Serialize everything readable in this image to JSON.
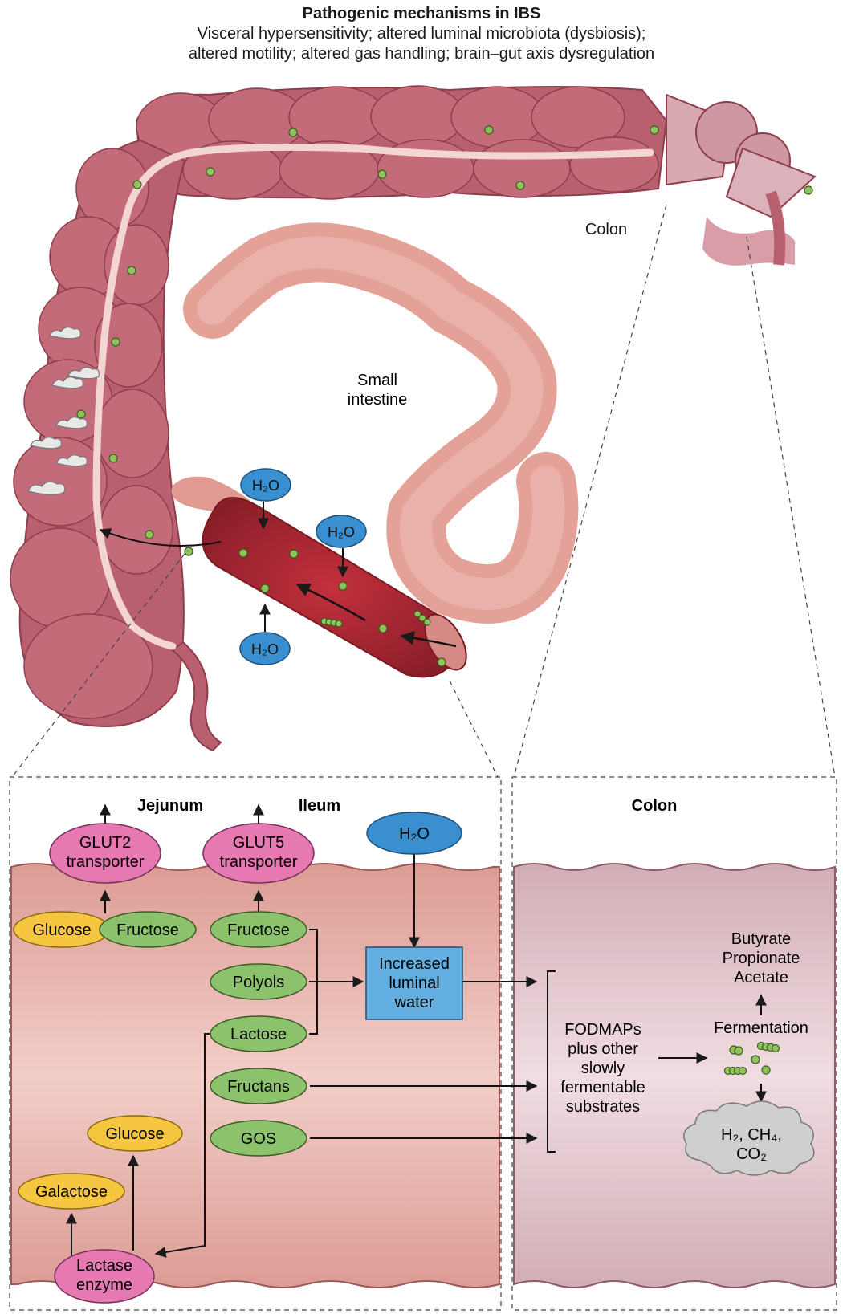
{
  "header": {
    "title": "Pathogenic mechanisms in IBS",
    "subtitle_line1": "Visceral hypersensitivity; altered luminal microbiota (dysbiosis);",
    "subtitle_line2": "altered motility; altered gas handling; brain–gut axis dysregulation"
  },
  "anatomy": {
    "colon_label": "Colon",
    "small_intestine_label_1": "Small",
    "small_intestine_label_2": "intestine",
    "water_label": "H₂O"
  },
  "panels": {
    "jejunum": "Jejunum",
    "ileum": "Ileum",
    "colon": "Colon"
  },
  "nodes": {
    "glut2_l1": "GLUT2",
    "glut2_l2": "transporter",
    "glut5_l1": "GLUT5",
    "glut5_l2": "transporter",
    "water": "H₂O",
    "glucose_jejunum": "Glucose",
    "fructose_jejunum": "Fructose",
    "fructose_ileum": "Fructose",
    "polyols": "Polyols",
    "lactose": "Lactose",
    "fructans": "Fructans",
    "gos": "GOS",
    "glucose_lower": "Glucose",
    "galactose": "Galactose",
    "lactase_l1": "Lactase",
    "lactase_l2": "enzyme",
    "luminal_l1": "Increased",
    "luminal_l2": "luminal",
    "luminal_l3": "water"
  },
  "colon_panel": {
    "fodmaps_lines": [
      "FODMAPs",
      "plus other",
      "slowly",
      "fermentable",
      "substrates"
    ],
    "butyrate": "Butyrate",
    "propionate": "Propionate",
    "acetate": "Acetate",
    "fermentation": "Fermentation",
    "gas_line1": "H₂, CH₄,",
    "gas_line2": "CO₂"
  },
  "colors": {
    "colon_body": "#b8606f",
    "colon_dark": "#8e3d4d",
    "small_intestine": "#e3a198",
    "ileum_lumen": "#b32a36",
    "bacteria": "#8fc45b",
    "node_green": "#8cc26b",
    "node_yellow": "#f7c640",
    "node_pink": "#e678b2",
    "node_blue": "#3a8fd0",
    "box_blue": "#62aee0",
    "panel_left": "#e8b3ab",
    "panel_right": "#ddbcc4"
  }
}
